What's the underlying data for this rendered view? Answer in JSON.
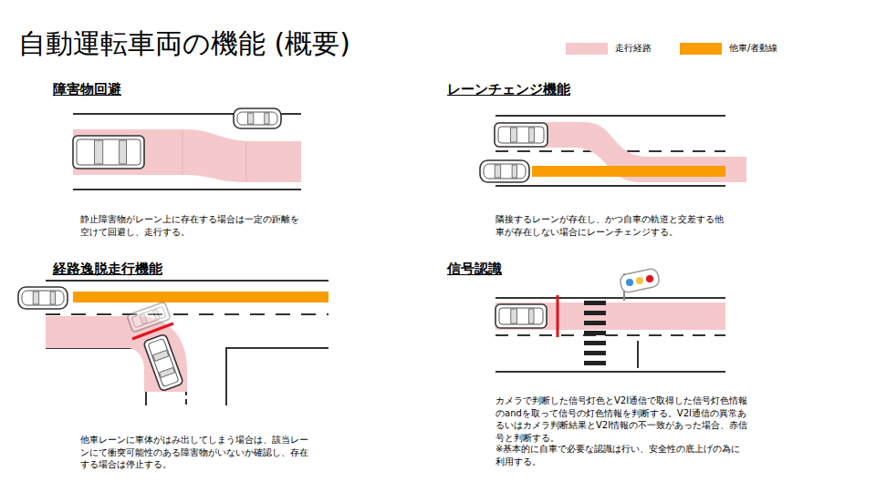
{
  "diagram": {
    "title": "自動運転車両の機能 (概要)",
    "labels": [
      "障害物回避",
      "静止障害物がレーン上に存在する場合は一定の距離を空けて回避し、走行する。",
      "レーンチェンジ機能",
      "隣接するレーンが存在し、かつ自車の軌道と交差する他車が存在しない場合にレーンチェンジする。",
      "経路逸脱走行機能",
      "他車レーンに車体がはみ出してしまう場合は、該当レーンにて衝突可能性のある障害物がいないか確認し、存在する場合は停止する。",
      "信号認識",
      "カメラで判断した信号灯色とV2I通信で取得した信号灯色情報のandを取って信号の灯色情報を判断する。V2I通信の異常あるいはカメラ判断結果とV2I情報の不一致があった場合、赤信号と判断する。",
      "※基本的に自車で必要な認識は行い、安全性の底上げの為に利用する。"
    ],
    "legend": [
      {
        "text": "走行経路",
        "color": "#f5c8cb"
      },
      {
        "text": "他車/者動線",
        "color": "#f99d00"
      }
    ]
  }
}
